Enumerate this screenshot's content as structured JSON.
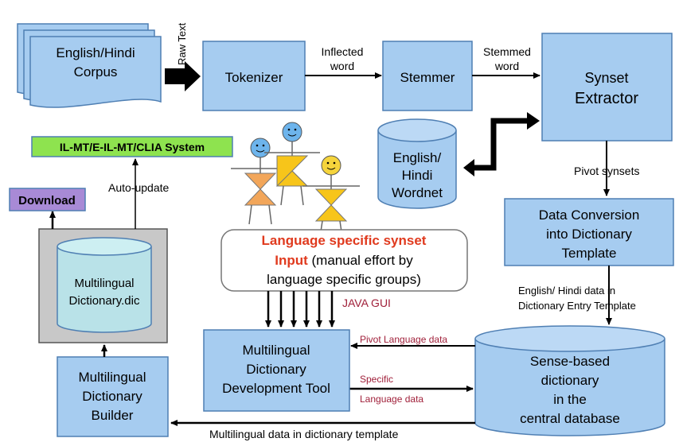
{
  "nodes": {
    "corpus": [
      "English/Hindi",
      "Corpus"
    ],
    "tokenizer": "Tokenizer",
    "stemmer": "Stemmer",
    "synset_extractor": [
      "Synset",
      "Extractor"
    ],
    "wordnet": [
      "English/",
      "Hindi",
      "Wordnet"
    ],
    "data_conversion": [
      "Data Conversion",
      "into Dictionary",
      "Template"
    ],
    "central_db": [
      "Sense-based",
      "dictionary",
      "in the",
      "central database"
    ],
    "dev_tool": [
      "Multilingual",
      "Dictionary",
      "Development Tool"
    ],
    "builder": [
      "Multilingual",
      "Dictionary",
      "Builder"
    ],
    "dictionary_file": [
      "Multilingual",
      "Dictionary.dic"
    ],
    "system": "IL-MT/E-IL-MT/CLIA System",
    "download": "Download",
    "synset_input": {
      "red1": "Language specific synset",
      "red2": "Input",
      "black2": " (manual effort by",
      "black3": "language specific groups)"
    }
  },
  "edges": {
    "raw_text": "Raw Text",
    "inflected": [
      "Inflected",
      "word"
    ],
    "stemmed": [
      "Stemmed",
      "word"
    ],
    "pivot_synsets": "Pivot synsets",
    "english_hindi_data": [
      "English/ Hindi data in",
      "Dictionary Entry Template"
    ],
    "pivot_language_data": "Pivot Language data",
    "specific_language": [
      "Specific",
      "Language data"
    ],
    "multilingual_data": "Multilingual data in dictionary template",
    "auto_update": "Auto-update",
    "java_gui": "JAVA GUI"
  },
  "colors": {
    "box_fill": "#a6ccf0",
    "box_stroke": "#4f7fb3",
    "green": "#8ee34f",
    "purple": "#a88ad6",
    "red_text": "#e03a1e",
    "maroon_text": "#a0203a",
    "person_orange": "#f2a65a",
    "person_yellow": "#f7c51a",
    "head_blue": "#6db4ec",
    "head_yellow": "#f5d43c"
  }
}
